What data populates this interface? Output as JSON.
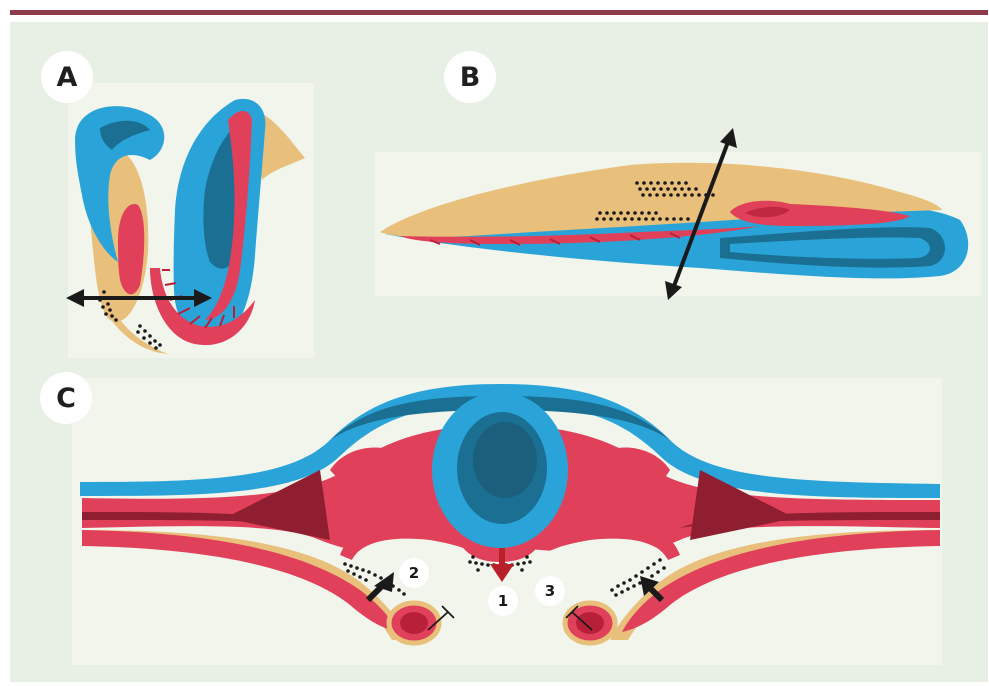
{
  "panels": [
    {
      "id": "A",
      "label": "A"
    },
    {
      "id": "B",
      "label": "B"
    },
    {
      "id": "C",
      "label": "C"
    }
  ],
  "markers": [
    {
      "id": "1",
      "label": "1"
    },
    {
      "id": "2",
      "label": "2"
    },
    {
      "id": "3",
      "label": "3"
    }
  ],
  "colors": {
    "frame_bar": "#8e3b4b",
    "panel_background": "#e8efe4",
    "ectoderm": "#2aa4d8",
    "mesoderm": "#e0405a",
    "endoderm": "#e8c07c",
    "neural_lumen": "#1a6f93",
    "arrow_black": "#1a1a1a",
    "arrow_red": "#b8202a"
  }
}
